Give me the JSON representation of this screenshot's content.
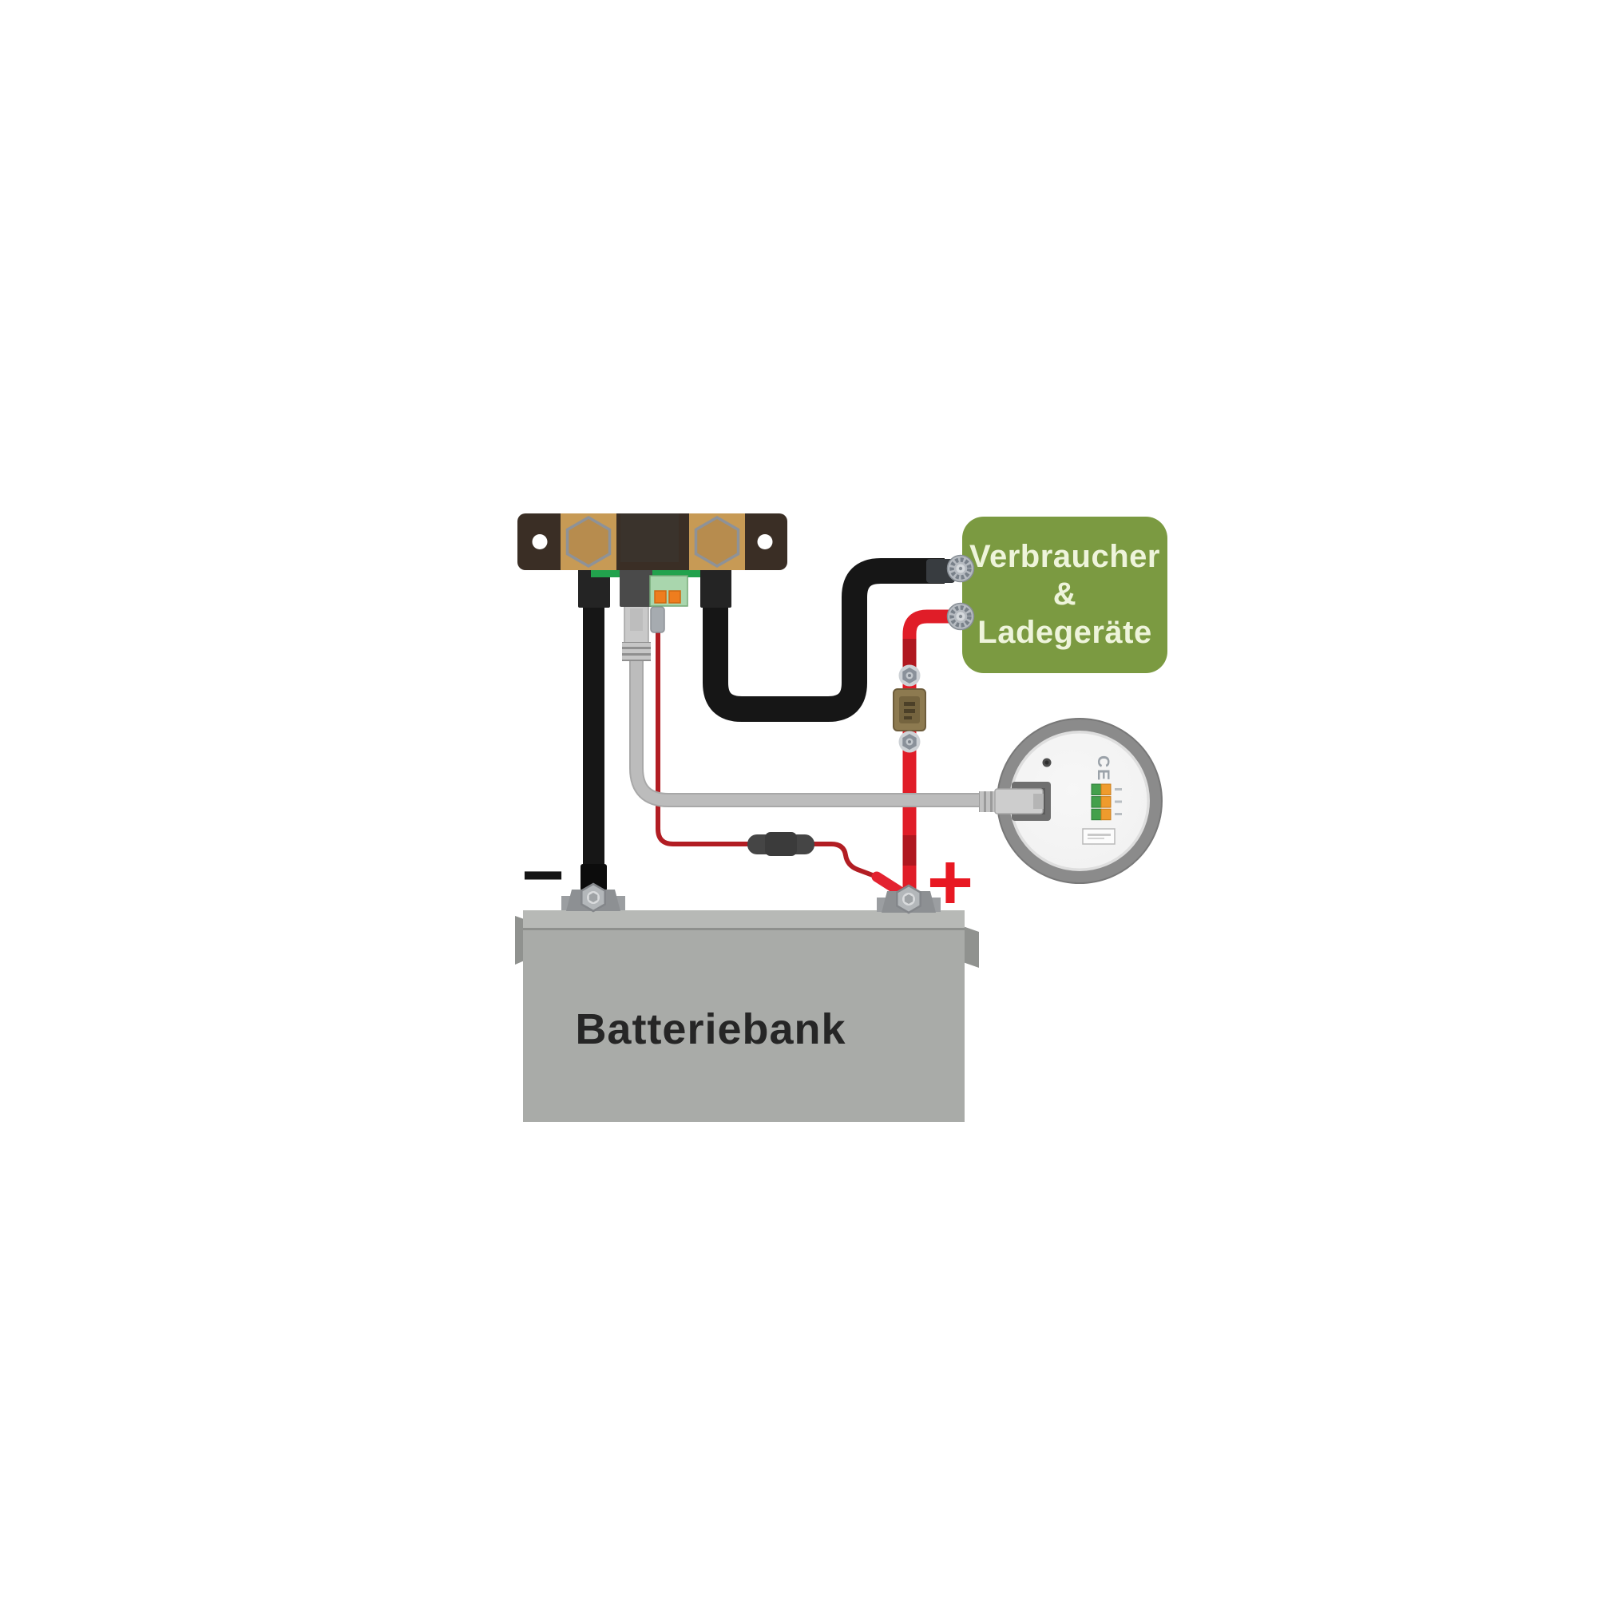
{
  "consumers_box": {
    "line1": "Verbraucher",
    "line2": "&",
    "line3": "Ladegeräte",
    "bg_color": "#7b9a41",
    "text_color": "#eef4db"
  },
  "battery": {
    "label": "Batteriebank",
    "body_color": "#a9aba8",
    "negative_sign": "−",
    "positive_sign": "+",
    "positive_color": "#e81822"
  },
  "monitor": {
    "ce_mark": "CE",
    "ring_color": "#8b8b8b",
    "face_color": "#f4f4f4"
  },
  "colors": {
    "shunt_body": "#3a2e25",
    "shunt_copper": "#c79a55",
    "pcb_green": "#22a24d",
    "terminal_orange": "#ee7d1e",
    "cable_black": "#161616",
    "cable_red": "#e01d28",
    "thin_wire_red": "#b21d23",
    "cable_gray": "#b9b9b9",
    "fuse_olive": "#8d7a50"
  }
}
